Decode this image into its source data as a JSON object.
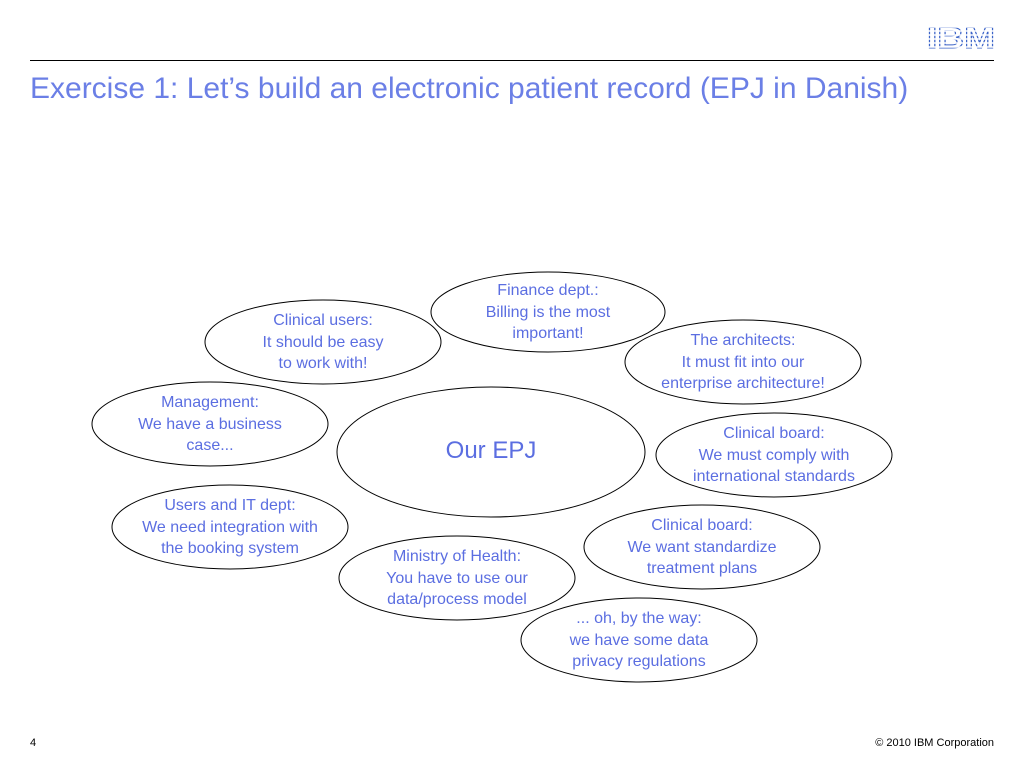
{
  "header": {
    "logo_text": "IBM",
    "logo_color": "#3c64c8"
  },
  "title": "Exercise 1: Let’s build an electronic patient record (EPJ in Danish)",
  "diagram": {
    "center": "Our EPJ",
    "bubbles": [
      {
        "id": "finance",
        "lines": [
          "Finance dept.:",
          "Billing is the most",
          "important!"
        ]
      },
      {
        "id": "clinical-users",
        "lines": [
          "Clinical users:",
          "It should be easy",
          "to work with!"
        ]
      },
      {
        "id": "architects",
        "lines": [
          "The architects:",
          "It must fit into our",
          "enterprise architecture!"
        ]
      },
      {
        "id": "management",
        "lines": [
          "Management:",
          "We have a business",
          "case..."
        ]
      },
      {
        "id": "clinical-board-standards",
        "lines": [
          "Clinical board:",
          "We must comply with",
          "international standards"
        ]
      },
      {
        "id": "users-it",
        "lines": [
          "Users and IT dept:",
          "We need integration with",
          "the booking system"
        ]
      },
      {
        "id": "clinical-board-plans",
        "lines": [
          "Clinical board:",
          "We want standardize",
          "treatment plans"
        ]
      },
      {
        "id": "ministry",
        "lines": [
          "Ministry of Health:",
          "You have to use our",
          "data/process model"
        ]
      },
      {
        "id": "privacy",
        "lines": [
          "... oh, by the way:",
          "we have some data",
          "privacy regulations"
        ]
      }
    ],
    "text_color": "#5b6ee1"
  },
  "footer": {
    "page_number": "4",
    "copyright": "© 2010 IBM Corporation"
  }
}
